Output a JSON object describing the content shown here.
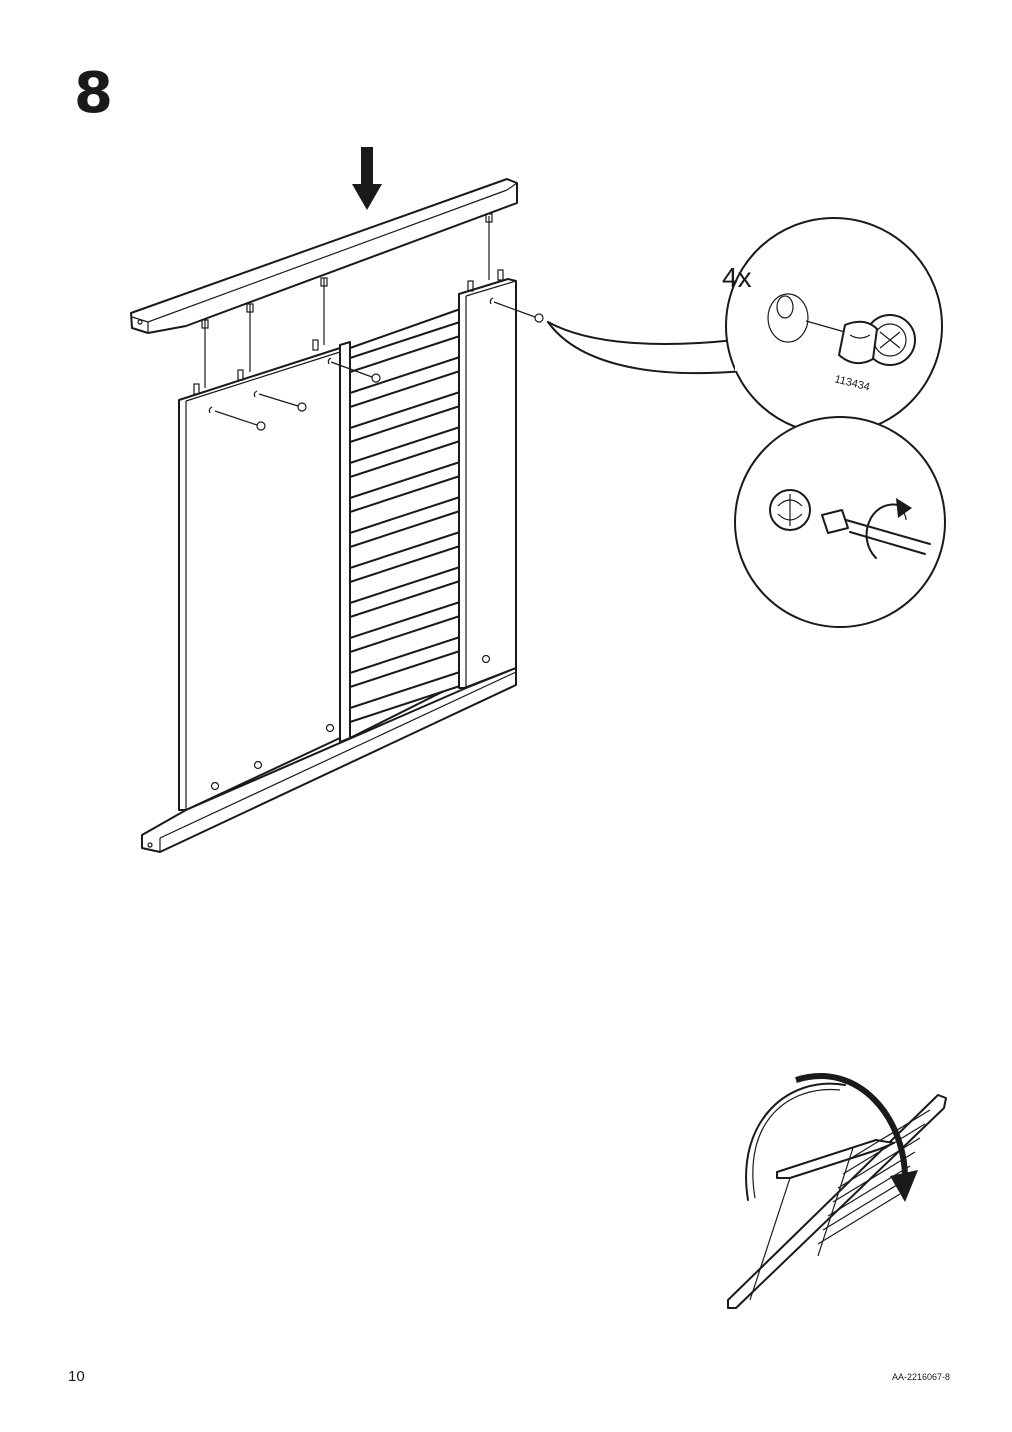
{
  "step": {
    "number": "8"
  },
  "callout": {
    "quantity": "4x",
    "part_number": "113434"
  },
  "icons": {
    "down_arrow": "down-arrow-icon",
    "rotate": "rotate-arrow-icon",
    "screwdriver": "screwdriver-icon",
    "cam_lock": "cam-lock-icon"
  },
  "footer": {
    "page_number": "10",
    "document_code": "AA-2216067-8"
  }
}
